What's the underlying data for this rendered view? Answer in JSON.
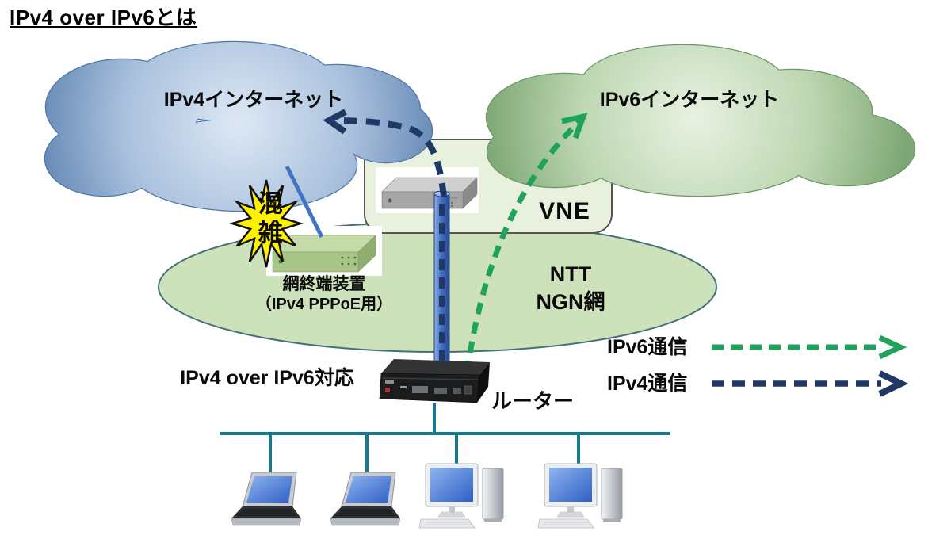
{
  "title": "IPv4 over IPv6とは",
  "diagram": {
    "ipv4_cloud": {
      "label": "IPv4インターネット"
    },
    "ipv6_cloud": {
      "label": "IPv6インターネット"
    },
    "vne_box": {
      "label": "VNE"
    },
    "ngn_network": {
      "name_line1": "NTT",
      "name_line2": "NGN網"
    },
    "network_terminator": {
      "label": "網終端装置",
      "sublabel": "（IPv4 PPPoE用）"
    },
    "congestion_burst": {
      "label": "混雑"
    },
    "router": {
      "caption": "IPv4 over IPv6対応",
      "label": "ルーター"
    }
  },
  "legend": {
    "ipv6_traffic": {
      "label": "IPv6通信",
      "color": "#1FA35C"
    },
    "ipv4_traffic": {
      "label": "IPv4通信",
      "color": "#1F3864"
    }
  },
  "colors": {
    "ipv6_dash": "#1FA35C",
    "ipv4_dash": "#1F3864",
    "tunnel_tube": "#4472C4",
    "pppoe_link": "#4472C4",
    "lan_line": "#177A8C",
    "congestion_fill": "#FFF200",
    "ngn_fill": "#CDE2BA",
    "vne_fill": "#E7F1DE"
  },
  "icons": {
    "ipv4-cloud-icon": "blue puffy cloud",
    "ipv6-cloud-icon": "green puffy cloud",
    "vne-server-icon": "gray rack device",
    "terminator-device-icon": "green network device",
    "router-device-icon": "black broadband router",
    "congestion-starburst-icon": "yellow 12-point star",
    "laptop-icon": "laptop computer",
    "desktop-icon": "desktop PC with tower"
  }
}
